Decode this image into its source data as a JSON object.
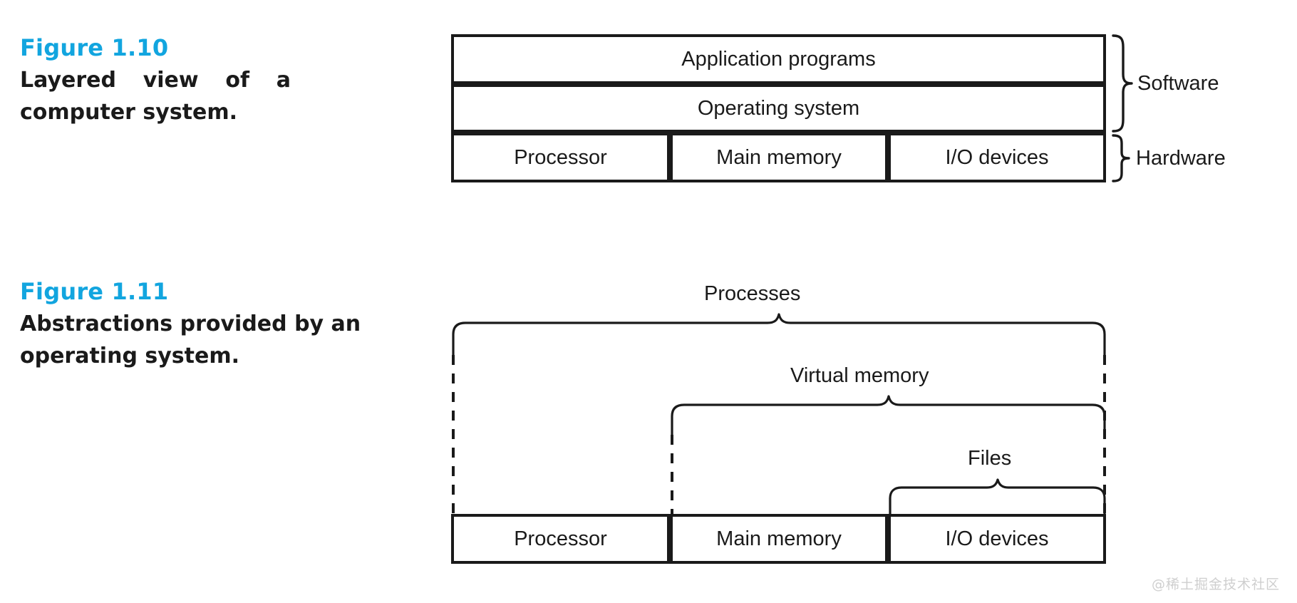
{
  "figures": [
    {
      "id": "figure-1-10",
      "label": "Figure 1.10",
      "description": "Layered view of a computer system.",
      "layers": [
        {
          "name": "application-programs",
          "text": "Application programs"
        },
        {
          "name": "operating-system",
          "text": "Operating system"
        }
      ],
      "hardware_cells": [
        {
          "name": "processor",
          "text": "Processor"
        },
        {
          "name": "main-memory",
          "text": "Main memory"
        },
        {
          "name": "io-devices",
          "text": "I/O devices"
        }
      ],
      "braces": [
        {
          "name": "software-brace",
          "text": "Software"
        },
        {
          "name": "hardware-brace",
          "text": "Hardware"
        }
      ]
    },
    {
      "id": "figure-1-11",
      "label": "Figure 1.11",
      "description": "Abstractions provided by an operating system.",
      "abstractions": [
        {
          "name": "processes-brace",
          "text": "Processes"
        },
        {
          "name": "virtual-memory-brace",
          "text": "Virtual memory"
        },
        {
          "name": "files-brace",
          "text": "Files"
        }
      ],
      "hardware_cells": [
        {
          "name": "processor",
          "text": "Processor"
        },
        {
          "name": "main-memory",
          "text": "Main memory"
        },
        {
          "name": "io-devices",
          "text": "I/O devices"
        }
      ]
    }
  ],
  "watermark": "@稀土掘金技术社区",
  "colors": {
    "figure_label": "#12A5DF",
    "ink": "#1a1a1a",
    "background": "#ffffff",
    "watermark": "#cfcfcf"
  }
}
